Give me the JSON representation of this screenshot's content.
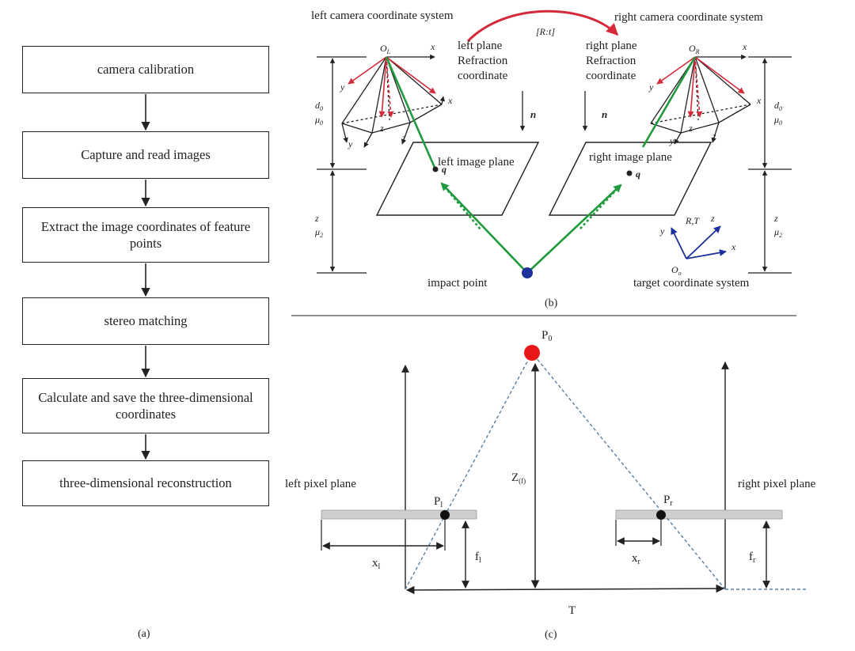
{
  "flowchart": {
    "steps": [
      "camera calibration",
      "Capture and read images",
      "Extract the image coordinates of feature points",
      "stereo matching",
      "Calculate and save the three-dimensional coordinates",
      "three-dimensional reconstruction"
    ],
    "caption": "(a)"
  },
  "panel_b": {
    "left_camera_title": "left camera coordinate system",
    "right_camera_title": "right camera coordinate system",
    "rotation_label": "[R:t]",
    "left_refraction": [
      "left plane",
      "Refraction",
      "coordinate"
    ],
    "right_refraction": [
      "right plane",
      "Refraction",
      "coordinate"
    ],
    "left_image_plane": "left image plane",
    "right_image_plane": "right image plane",
    "impact_point": "impact point",
    "target_system": "target coordinate system",
    "normal": "n",
    "q": "q",
    "ol": "O",
    "ol_sub": "L",
    "or": "O",
    "or_sub": "R",
    "oo": "O",
    "oo_sub": "o",
    "axis_x": "x",
    "axis_y": "y",
    "axis_z": "z",
    "rt": "R,T",
    "d0": "d",
    "d0_sub": "0",
    "mu0": "μ",
    "mu0_sub": "0",
    "z": "z",
    "mu2": "μ",
    "mu2_sub": "2",
    "caption": "(b)"
  },
  "panel_c": {
    "p0": "P",
    "p0_sub": "0",
    "pl": "P",
    "pl_sub": "l",
    "pr": "P",
    "pr_sub": "r",
    "left_pixel_plane": "left pixel plane",
    "right_pixel_plane": "right pixel plane",
    "z_label": "Z",
    "z_sub": "(f)",
    "xl": "x",
    "xl_sub": "l",
    "xr": "x",
    "xr_sub": "r",
    "fl": "f",
    "fl_sub": "l",
    "fr": "f",
    "fr_sub": "r",
    "t_label": "T",
    "caption": "(c)"
  },
  "colors": {
    "ink": "#222222",
    "green": "#1f9a3c",
    "red": "#d42a3a",
    "blue": "#1c2f9a",
    "plane_gray": "#cfcfcf",
    "dashed_blue": "#5a7fa0",
    "p0_red": "#e81818"
  }
}
